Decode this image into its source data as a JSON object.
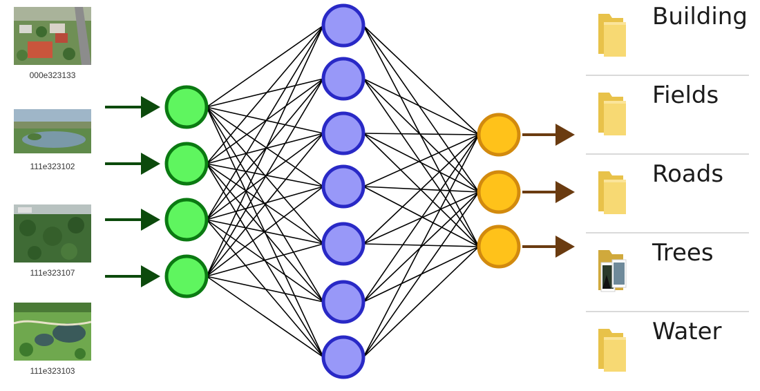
{
  "images": [
    {
      "caption": "000e323133",
      "scene": "buildings"
    },
    {
      "caption": "111e323102",
      "scene": "lake"
    },
    {
      "caption": "111e323107",
      "scene": "trees"
    },
    {
      "caption": "111e323103",
      "scene": "park"
    }
  ],
  "network": {
    "input_count": 4,
    "hidden_count": 7,
    "output_count": 3,
    "colors": {
      "input_fill": "#5ff55f",
      "input_stroke": "#0b7a12",
      "hidden_fill": "#9898f8",
      "hidden_stroke": "#2929c6",
      "output_fill": "#ffc21a",
      "output_stroke": "#d28a0e",
      "edge": "#000000",
      "input_arrow": "#0c4a0c",
      "output_arrow": "#6a3b10"
    }
  },
  "folders": [
    {
      "label": "Building",
      "icon": "folder-icon"
    },
    {
      "label": "Fields",
      "icon": "folder-icon"
    },
    {
      "label": "Roads",
      "icon": "folder-icon"
    },
    {
      "label": "Trees",
      "icon": "image-folder-icon"
    },
    {
      "label": "Water",
      "icon": "folder-icon"
    }
  ]
}
